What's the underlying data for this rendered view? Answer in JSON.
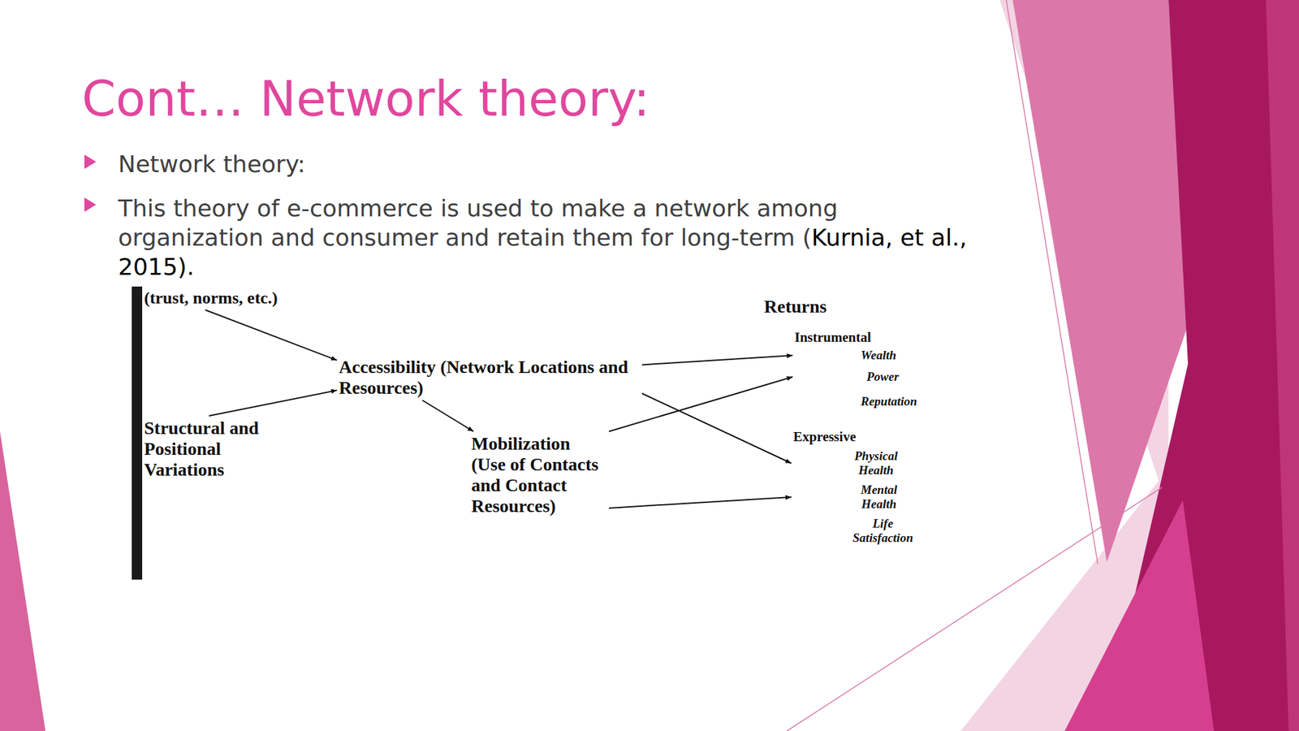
{
  "diagram": {
    "title": "Cont… Network theory:",
    "nodes": [
      {
        "text": [
          "(trust, norms, etc.)"
        ]
      },
      {
        "text": [
          "Structural and Positional Variations"
        ]
      },
      {
        "text": [
          "Accessibility (Network Locations and Resources)"
        ]
      },
      {
        "text": [
          "Mobilization (Use of Contacts and Contact Resources)"
        ]
      },
      {
        "text": [
          "Instrumental",
          "Wealth",
          "Power",
          "Reputation"
        ]
      },
      {
        "text": [
          "Expressive",
          "Physical Health",
          "Mental Health",
          "Life Satisfaction"
        ]
      }
    ],
    "edges": [
      {
        "from": 0,
        "to": 2,
        "arrow": "to"
      },
      {
        "from": 1,
        "to": 2,
        "arrow": "to"
      },
      {
        "from": 2,
        "to": 3,
        "arrow": "to"
      },
      {
        "from": 2,
        "to": 4,
        "arrow": "to"
      },
      {
        "from": 2,
        "to": 5,
        "arrow": "to"
      },
      {
        "from": 3,
        "to": 4,
        "arrow": "to"
      },
      {
        "from": 3,
        "to": 5,
        "arrow": "to"
      }
    ],
    "labels": [
      "Network theory:",
      "This theory of e-commerce is used to make a network among organization and consumer and retain them for long-term (",
      "Kurnia, et al., 2015).",
      "Returns"
    ]
  }
}
